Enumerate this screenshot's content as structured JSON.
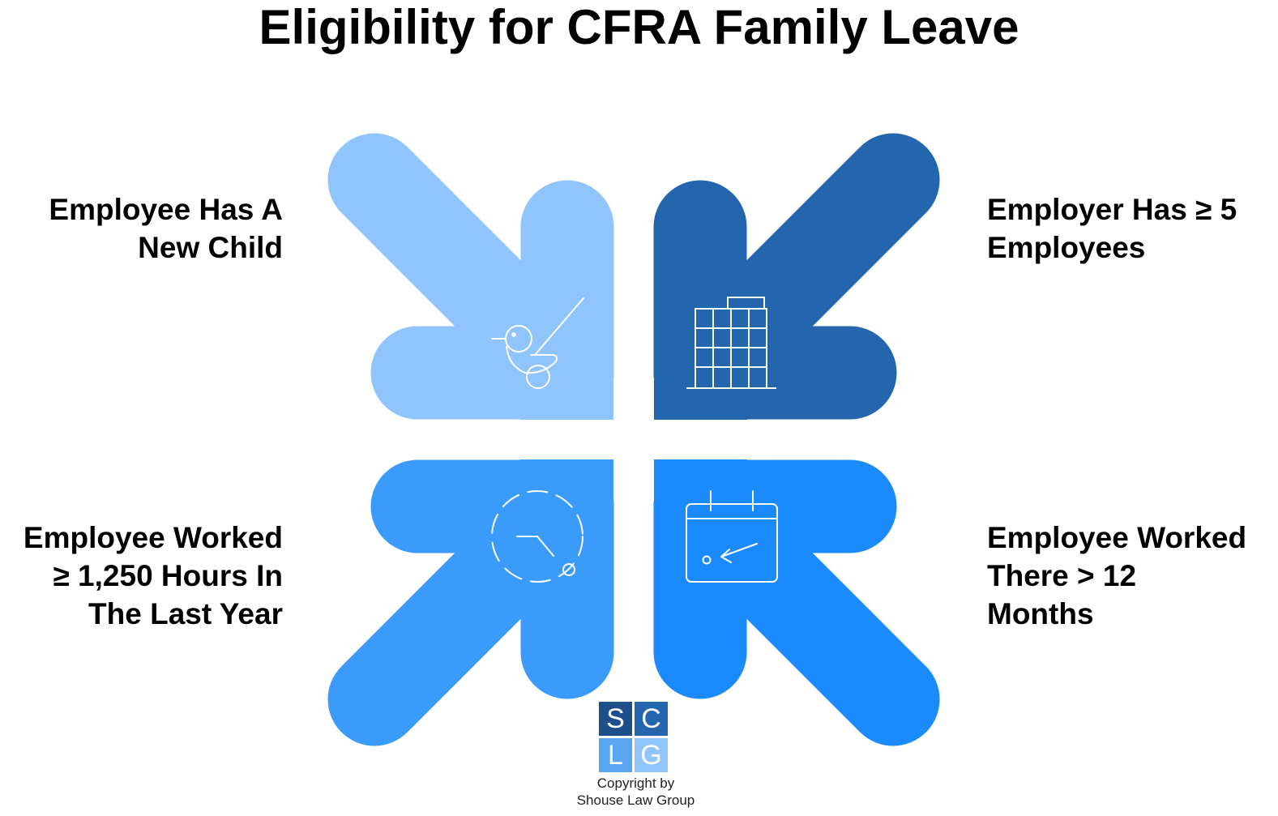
{
  "title": "Eligibility for CFRA Family Leave",
  "quadrants": [
    {
      "id": "new-child",
      "label_lines": [
        "Employee Has A",
        "New Child"
      ],
      "color": "#90C4FC",
      "icon": "rocking-duck-toy-icon"
    },
    {
      "id": "employees",
      "label_lines": [
        "Employer Has ≥ 5",
        "Employees"
      ],
      "color": "#2466AE",
      "icon": "office-building-icon"
    },
    {
      "id": "hours",
      "label_lines": [
        "Employee Worked",
        "≥ 1,250 Hours In",
        "The Last Year"
      ],
      "color": "#3B9BFB",
      "icon": "clock-timer-icon"
    },
    {
      "id": "months",
      "label_lines": [
        "Employee Worked",
        "There > 12",
        "Months"
      ],
      "color": "#1B8AFC",
      "icon": "calendar-icon"
    }
  ],
  "logo": {
    "letters": [
      "S",
      "C",
      "L",
      "G"
    ],
    "colors": [
      "#1F4F8A",
      "#2466AE",
      "#5AA6F2",
      "#90C4FC"
    ]
  },
  "copyright_lines": [
    "Copyright by",
    "Shouse Law Group"
  ]
}
